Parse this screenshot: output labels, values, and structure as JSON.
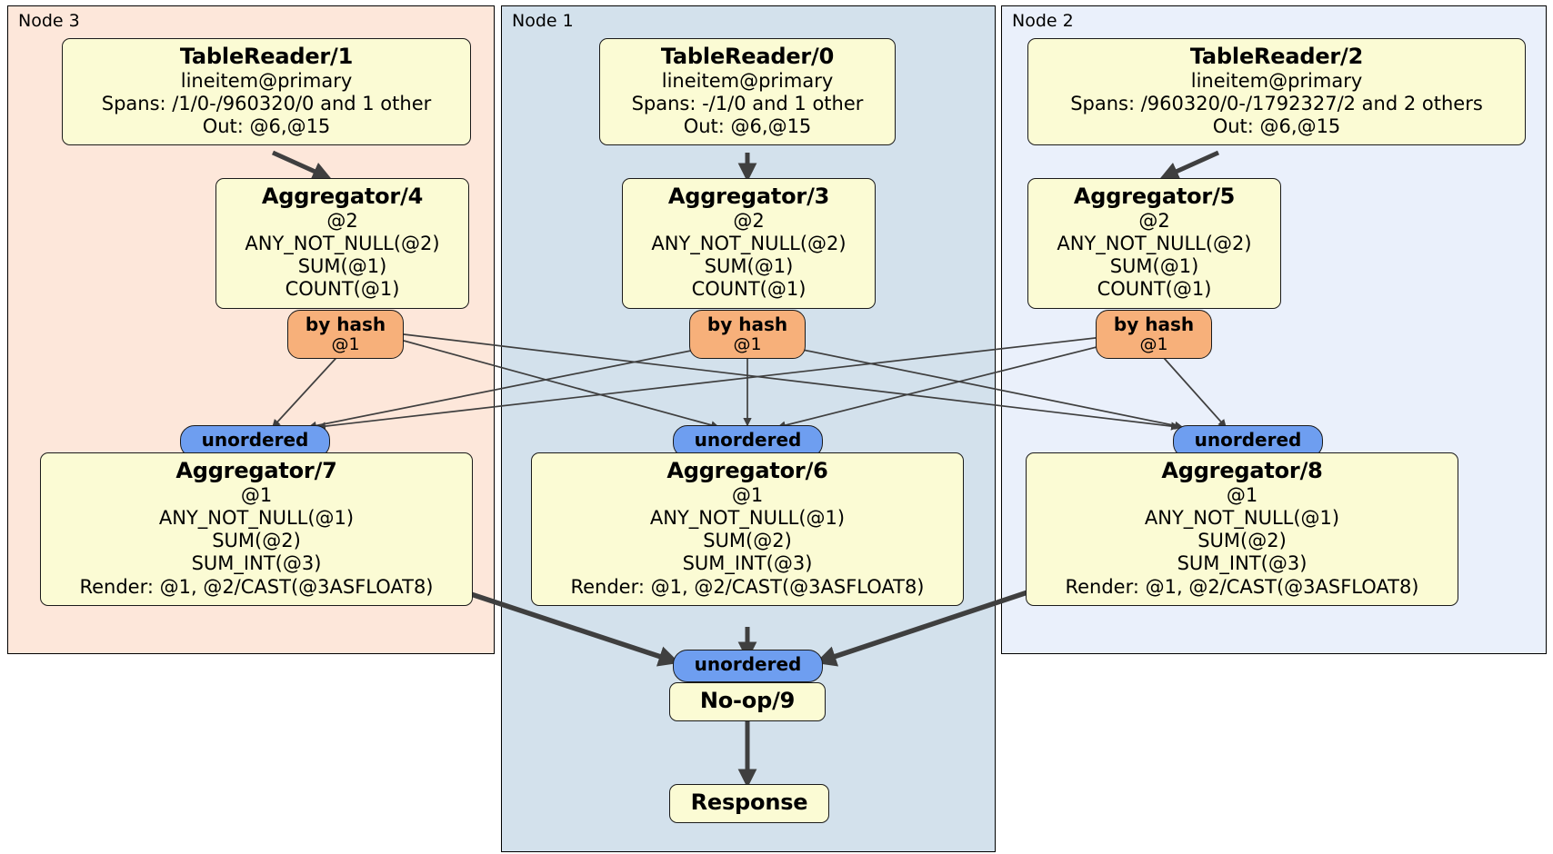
{
  "diagram": {
    "type": "distributed-query-plan",
    "colors": {
      "node3_panel": "#fde7da",
      "node1_panel": "#d3e1ec",
      "node2_panel": "#eaf0fb",
      "processor_box": "#fbfbd4",
      "hash_router_pill": "#f7b07a",
      "unordered_pill": "#6e9ef0",
      "edge": "#3f3f3f"
    }
  },
  "nodes": [
    {
      "id": "node3",
      "label": "Node 3"
    },
    {
      "id": "node1",
      "label": "Node 1"
    },
    {
      "id": "node2",
      "label": "Node 2"
    }
  ],
  "processors": {
    "table_reader_1": {
      "title": "TableReader/1",
      "lines": [
        "lineitem@primary",
        "Spans: /1/0-/960320/0 and 1 other",
        "Out: @6,@15"
      ]
    },
    "table_reader_0": {
      "title": "TableReader/0",
      "lines": [
        "lineitem@primary",
        "Spans: -/1/0 and 1 other",
        "Out: @6,@15"
      ]
    },
    "table_reader_2": {
      "title": "TableReader/2",
      "lines": [
        "lineitem@primary",
        "Spans: /960320/0-/1792327/2 and 2 others",
        "Out: @6,@15"
      ]
    },
    "aggregator_4": {
      "title": "Aggregator/4",
      "lines": [
        "@2",
        "ANY_NOT_NULL(@2)",
        "SUM(@1)",
        "COUNT(@1)"
      ]
    },
    "aggregator_3": {
      "title": "Aggregator/3",
      "lines": [
        "@2",
        "ANY_NOT_NULL(@2)",
        "SUM(@1)",
        "COUNT(@1)"
      ]
    },
    "aggregator_5": {
      "title": "Aggregator/5",
      "lines": [
        "@2",
        "ANY_NOT_NULL(@2)",
        "SUM(@1)",
        "COUNT(@1)"
      ]
    },
    "aggregator_7": {
      "title": "Aggregator/7",
      "lines": [
        "@1",
        "ANY_NOT_NULL(@1)",
        "SUM(@2)",
        "SUM_INT(@3)",
        "Render: @1, @2/CAST(@3ASFLOAT8)"
      ]
    },
    "aggregator_6": {
      "title": "Aggregator/6",
      "lines": [
        "@1",
        "ANY_NOT_NULL(@1)",
        "SUM(@2)",
        "SUM_INT(@3)",
        "Render: @1, @2/CAST(@3ASFLOAT8)"
      ]
    },
    "aggregator_8": {
      "title": "Aggregator/8",
      "lines": [
        "@1",
        "ANY_NOT_NULL(@1)",
        "SUM(@2)",
        "SUM_INT(@3)",
        "Render: @1, @2/CAST(@3ASFLOAT8)"
      ]
    },
    "noop_9": {
      "title": "No-op/9",
      "lines": []
    },
    "response": {
      "title": "Response",
      "lines": []
    }
  },
  "routers": {
    "hash_left": {
      "title": "by hash",
      "sub": "@1"
    },
    "hash_center": {
      "title": "by hash",
      "sub": "@1"
    },
    "hash_right": {
      "title": "by hash",
      "sub": "@1"
    }
  },
  "synchronizers": {
    "unordered_left": {
      "title": "unordered"
    },
    "unordered_center": {
      "title": "unordered"
    },
    "unordered_right": {
      "title": "unordered"
    },
    "unordered_final": {
      "title": "unordered"
    }
  }
}
